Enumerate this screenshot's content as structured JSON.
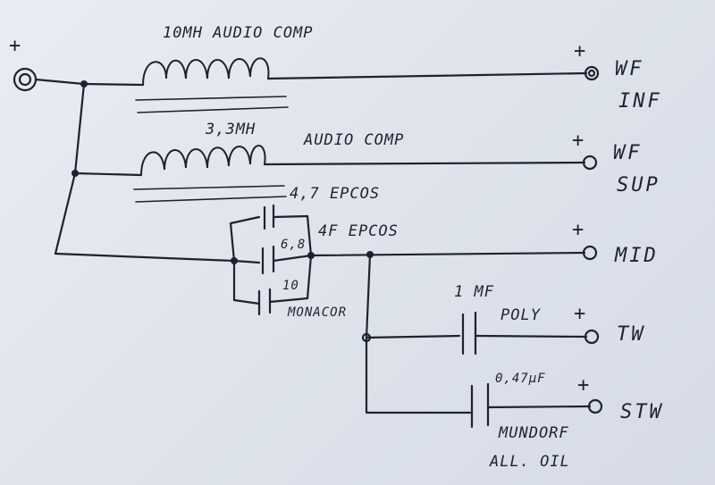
{
  "input": {
    "plus": "+"
  },
  "components": {
    "inductor_1": "10MH AUDIO COMP",
    "inductor_2_value": "3,3MH",
    "inductor_2_type": "AUDIO COMP",
    "cap_47": "4,7 EPCOS",
    "cap_68": "6,8",
    "cap_4": "4F EPCOS",
    "cap_10": "10",
    "cap_10_brand": "MONACOR",
    "cap_1": "1 MF",
    "cap_1_type": "POLY",
    "cap_047": "0,47µF",
    "cap_047_brand_1": "MUNDORF",
    "cap_047_brand_2": "ALL. OIL"
  },
  "outputs": {
    "plus": "+",
    "wf_inf_1": "WF",
    "wf_inf_2": "INF",
    "wf_sup_1": "WF",
    "wf_sup_2": "SUP",
    "mid": "MID",
    "tw": "TW",
    "stw": "STW"
  }
}
